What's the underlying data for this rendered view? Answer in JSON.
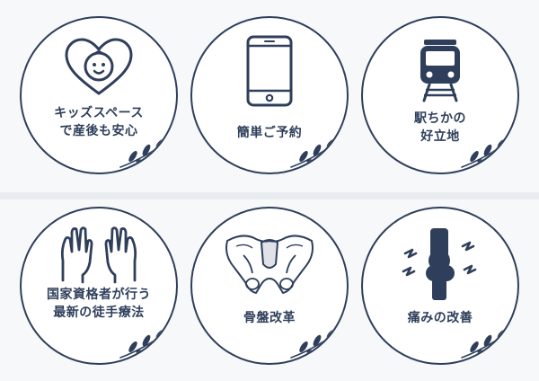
{
  "features": [
    {
      "id": "kids-space",
      "icon": "baby-heart-icon",
      "lines": [
        "キッズスペース",
        "で産後も安心"
      ]
    },
    {
      "id": "easy-booking",
      "icon": "smartphone-icon",
      "lines": [
        "簡単ご予約"
      ]
    },
    {
      "id": "station-access",
      "icon": "train-icon",
      "lines": [
        "駅ちかの",
        "好立地"
      ]
    },
    {
      "id": "licensed-therapy",
      "icon": "hands-icon",
      "lines": [
        "国家資格者が行う",
        "最新の徒手療法"
      ]
    },
    {
      "id": "pelvis-correction",
      "icon": "pelvis-icon",
      "lines": [
        "骨盤改革"
      ]
    },
    {
      "id": "pain-relief",
      "icon": "bone-joint-icon",
      "lines": [
        "痛みの改善"
      ]
    }
  ],
  "colors": {
    "ink": "#2f3f5b",
    "circle_fill": "#ffffff",
    "background": "#e9ecef"
  }
}
